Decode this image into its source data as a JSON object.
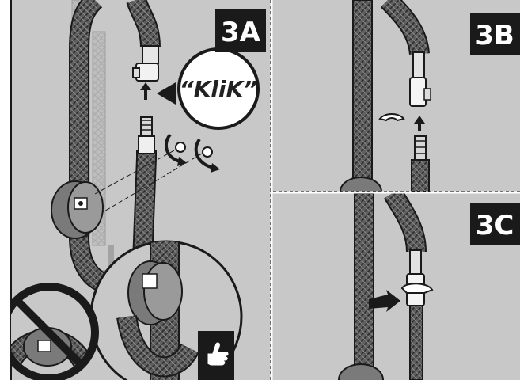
{
  "panels": {
    "panel_3a": {
      "label": "3A",
      "callout": "“KliK”"
    },
    "panel_3b": {
      "label": "3B"
    },
    "panel_3c": {
      "label": "3C"
    }
  },
  "colors": {
    "background": "#c8c8c8",
    "outline": "#1a1a1a",
    "hose": "#6a6a6a",
    "ghost_hose": "#b4b4b4",
    "bubble": "#ffffff",
    "label_bg": "#1a1a1a",
    "prohibition": "#1a1a1a"
  },
  "icons": [
    "thumbs-up-icon",
    "prohibition-icon",
    "arrow-up-icon",
    "arrow-left-icon",
    "rotate-arrow-icon",
    "arrow-right-icon"
  ]
}
